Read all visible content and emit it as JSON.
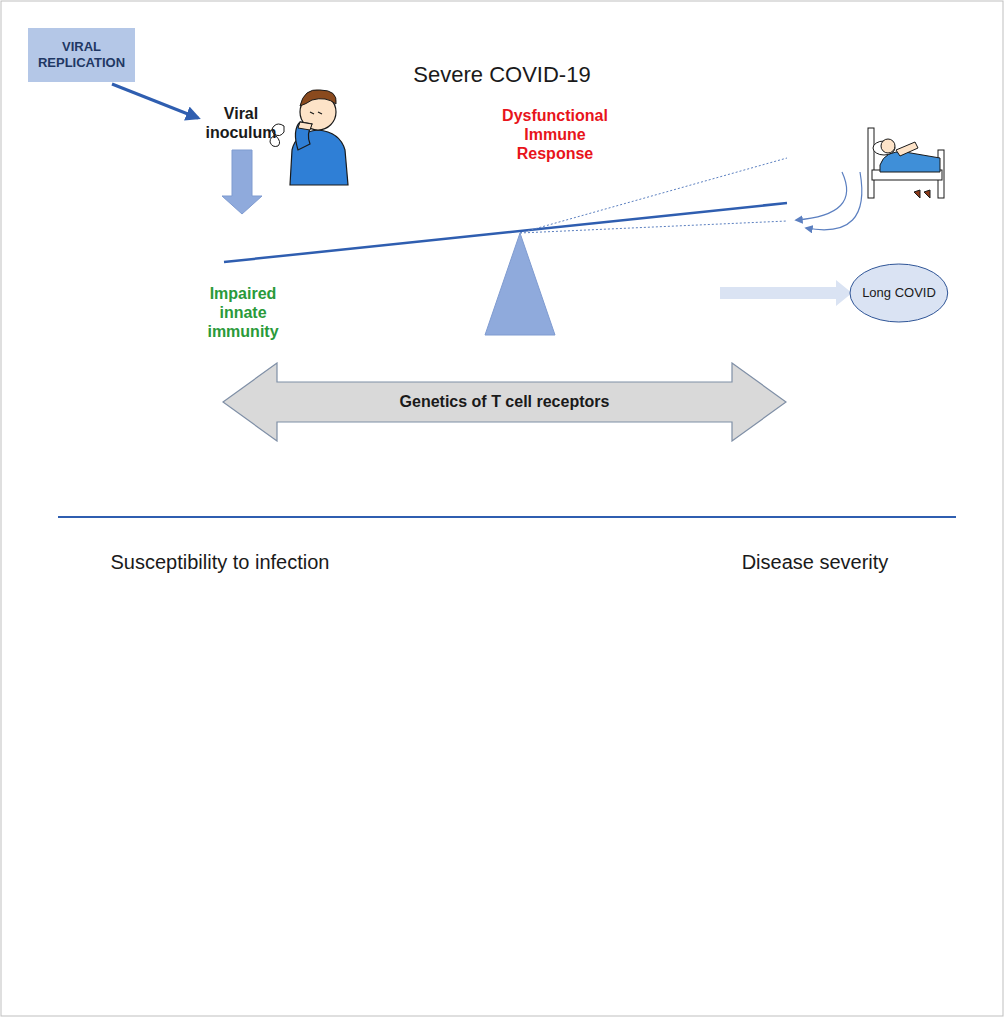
{
  "diagram": {
    "title": "Severe COVID-19",
    "nodes": [
      {
        "text": [
          "VIRAL REPLICATION"
        ]
      },
      {
        "text": [
          "Long COVID"
        ]
      },
      {
        "text": [
          "Genetics of T cell receptors"
        ]
      }
    ],
    "labels": [
      "Viral inoculum",
      "Dysfunctional Immune Response",
      "Impaired innate immunity",
      "Susceptibility to infection",
      "Disease severity"
    ]
  }
}
